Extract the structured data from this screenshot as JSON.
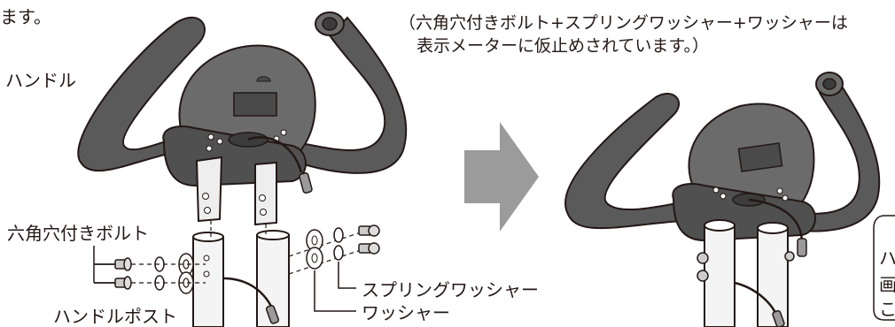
{
  "text": {
    "top_left_fragment": "ます。",
    "note_line1": "（六角穴付きボルト+スプリングワッシャー+ワッシャーは",
    "note_line2": "表示メーターに仮止めされています。）",
    "handle": "ハンドル",
    "bolt": "六角穴付きボルト",
    "spring_washer": "スプリングワッシャー",
    "washer": "ワッシャー",
    "handle_post": "ハンドルポスト",
    "edge_cut_1": "ハ",
    "edge_cut_2": "画",
    "edge_cut_3": "こ"
  },
  "colors": {
    "handlebar": "#5a5a5a",
    "meter_body": "#6b6b6b",
    "meter_dark": "#3c3c3c",
    "post_fill": "#f4f4f4",
    "arrow": "#9b9b9b",
    "outline": "#231815"
  },
  "icons": {
    "arrow": "right-arrow-icon"
  }
}
